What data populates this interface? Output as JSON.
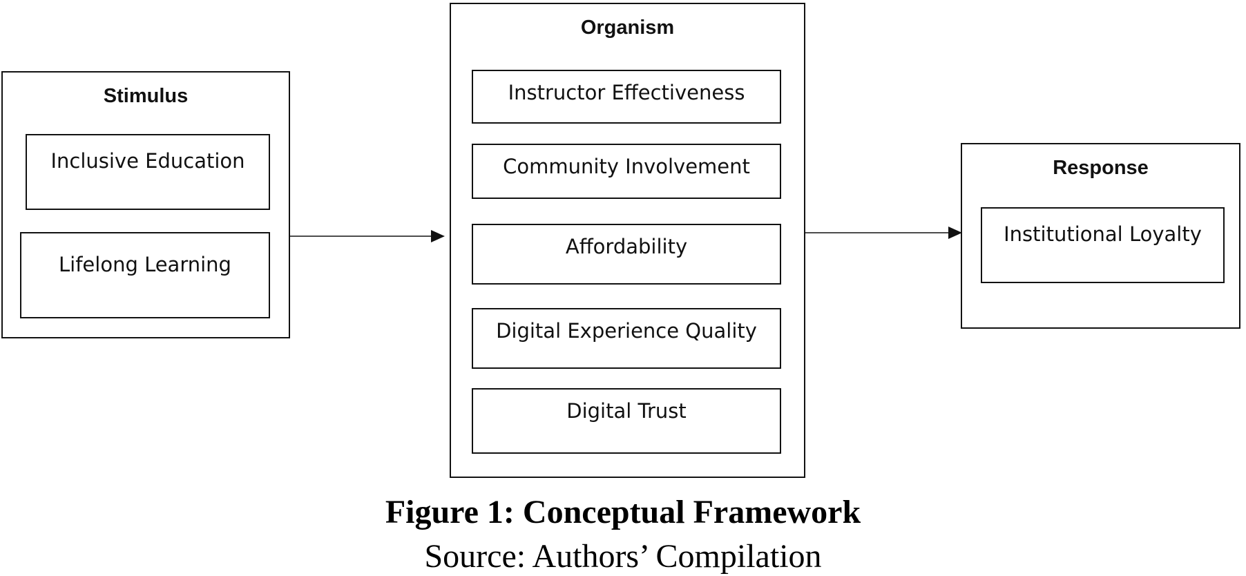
{
  "diagram": {
    "stimulus": {
      "title": "Stimulus",
      "items": [
        "Inclusive Education",
        "Lifelong Learning"
      ]
    },
    "organism": {
      "title": "Organism",
      "items": [
        "Instructor Effectiveness",
        "Community Involvement",
        "Affordability",
        "Digital Experience Quality",
        "Digital Trust"
      ]
    },
    "response": {
      "title": "Response",
      "items": [
        "Institutional Loyalty"
      ]
    }
  },
  "caption": {
    "title": "Figure 1: Conceptual Framework",
    "source": "Source: Authors’ Compilation"
  },
  "colors": {
    "stroke": "#111111",
    "background": "#ffffff"
  }
}
